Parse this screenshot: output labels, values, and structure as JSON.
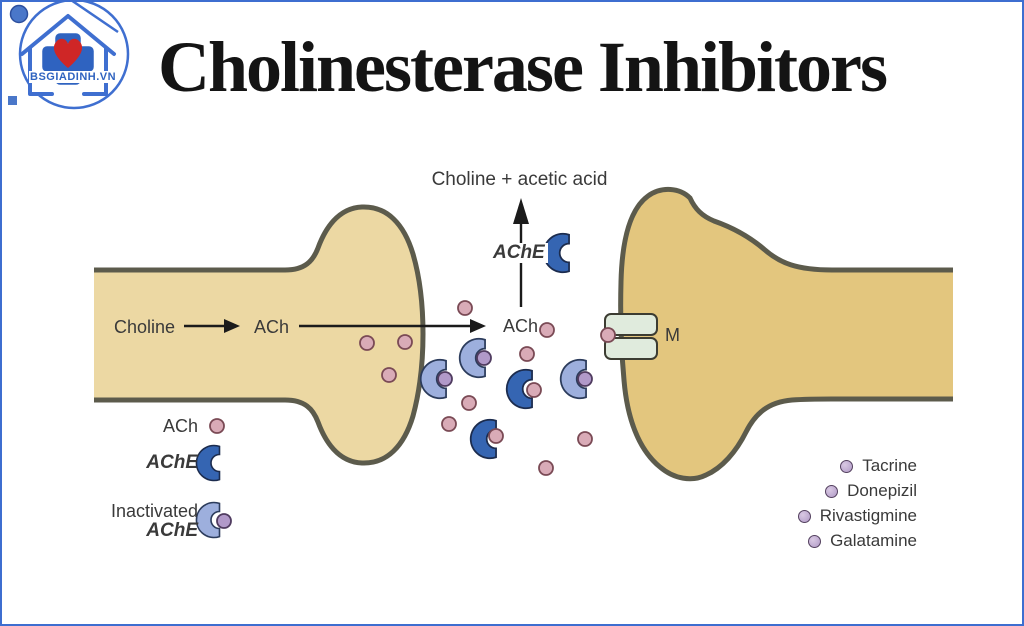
{
  "logo": {
    "text": "BSGIADINH.VN",
    "color": "#2f63c0",
    "heart_color": "#cf2626"
  },
  "title": "Cholinesterase Inhibitors",
  "diagram": {
    "labels": {
      "choline_acetic": "Choline + acetic acid",
      "ache_top": "AChE",
      "choline": "Choline",
      "ach_presyn": "ACh",
      "ach_cleft": "ACh",
      "m_receptor": "M"
    },
    "left_legend": {
      "ach": "ACh",
      "ache": "AChE",
      "inactivated_line1": "Inactivated",
      "inactivated_line2": "AChE"
    },
    "right_legend": [
      "Tacrine",
      "Donepizil",
      "Rivastigmine",
      "Galatamine"
    ],
    "colors": {
      "frame_border": "#3d6ed0",
      "presynaptic_fill": "#ecd8a3",
      "postsynaptic_fill": "#e3c67e",
      "membrane_stroke": "#5c5b4c",
      "ache_fill": "#3565b2",
      "inactivated_ache_fill": "#9dafdd",
      "ach_molecule_fill": "#d9abb7",
      "drug_molecule_fill": "#b199c9",
      "receptor_fill": "#e0ebdd"
    }
  }
}
